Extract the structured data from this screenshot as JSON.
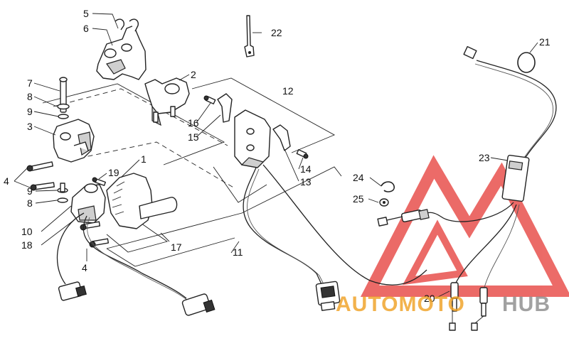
{
  "callouts": [
    {
      "id": "c1",
      "text": "1"
    },
    {
      "id": "c2",
      "text": "2"
    },
    {
      "id": "c3",
      "text": "3"
    },
    {
      "id": "c4a",
      "text": "4"
    },
    {
      "id": "c4b",
      "text": "4"
    },
    {
      "id": "c5",
      "text": "5"
    },
    {
      "id": "c6",
      "text": "6"
    },
    {
      "id": "c7",
      "text": "7"
    },
    {
      "id": "c8a",
      "text": "8"
    },
    {
      "id": "c8b",
      "text": "8"
    },
    {
      "id": "c9a",
      "text": "9"
    },
    {
      "id": "c9b",
      "text": "9"
    },
    {
      "id": "c10",
      "text": "10"
    },
    {
      "id": "c11",
      "text": "11"
    },
    {
      "id": "c12",
      "text": "12"
    },
    {
      "id": "c13",
      "text": "13"
    },
    {
      "id": "c14",
      "text": "14"
    },
    {
      "id": "c15",
      "text": "15"
    },
    {
      "id": "c16",
      "text": "16"
    },
    {
      "id": "c17",
      "text": "17"
    },
    {
      "id": "c18",
      "text": "18"
    },
    {
      "id": "c19",
      "text": "19"
    },
    {
      "id": "c20",
      "text": "20"
    },
    {
      "id": "c21",
      "text": "21"
    },
    {
      "id": "c22",
      "text": "22"
    },
    {
      "id": "c23",
      "text": "23"
    },
    {
      "id": "c24",
      "text": "24"
    },
    {
      "id": "c25",
      "text": "25"
    }
  ],
  "watermark": {
    "part1": "AUTOMOTO",
    "part2": "HUB",
    "color_primary": "#e53935",
    "color_accent": "#f0a020",
    "color_gray": "#8a8a8a"
  }
}
